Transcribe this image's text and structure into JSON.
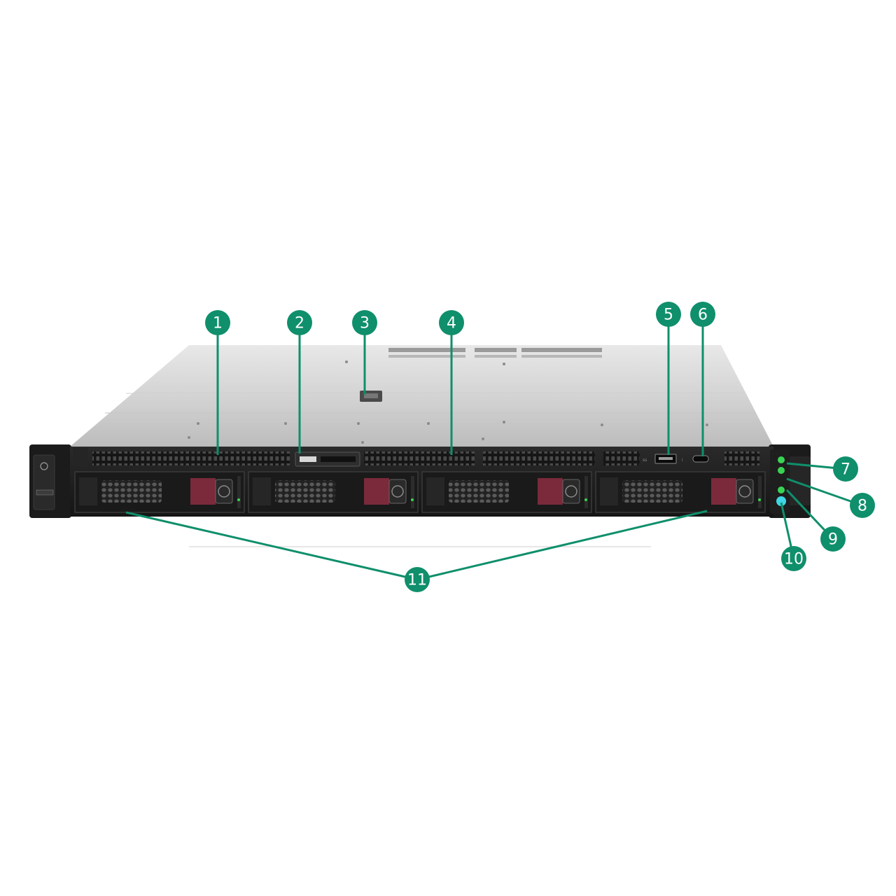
{
  "colors": {
    "callout": "#0f8f6b",
    "leader": "#0f8f6b",
    "chassis_dark": "#1c1c1c",
    "lid_light": "#d9d9d9",
    "drive_handle": "#7a2a3a",
    "led_green": "#39d353",
    "led_cyan": "#3fd6e6"
  },
  "callouts": [
    {
      "id": 1,
      "label": "1"
    },
    {
      "id": 2,
      "label": "2"
    },
    {
      "id": 3,
      "label": "3"
    },
    {
      "id": 4,
      "label": "4"
    },
    {
      "id": 5,
      "label": "5"
    },
    {
      "id": 6,
      "label": "6"
    },
    {
      "id": 7,
      "label": "7"
    },
    {
      "id": 8,
      "label": "8"
    },
    {
      "id": 9,
      "label": "9"
    },
    {
      "id": 10,
      "label": "10"
    },
    {
      "id": 11,
      "label": "11"
    }
  ],
  "chassis": {
    "drive_bays": 4,
    "status_leds": 4
  }
}
